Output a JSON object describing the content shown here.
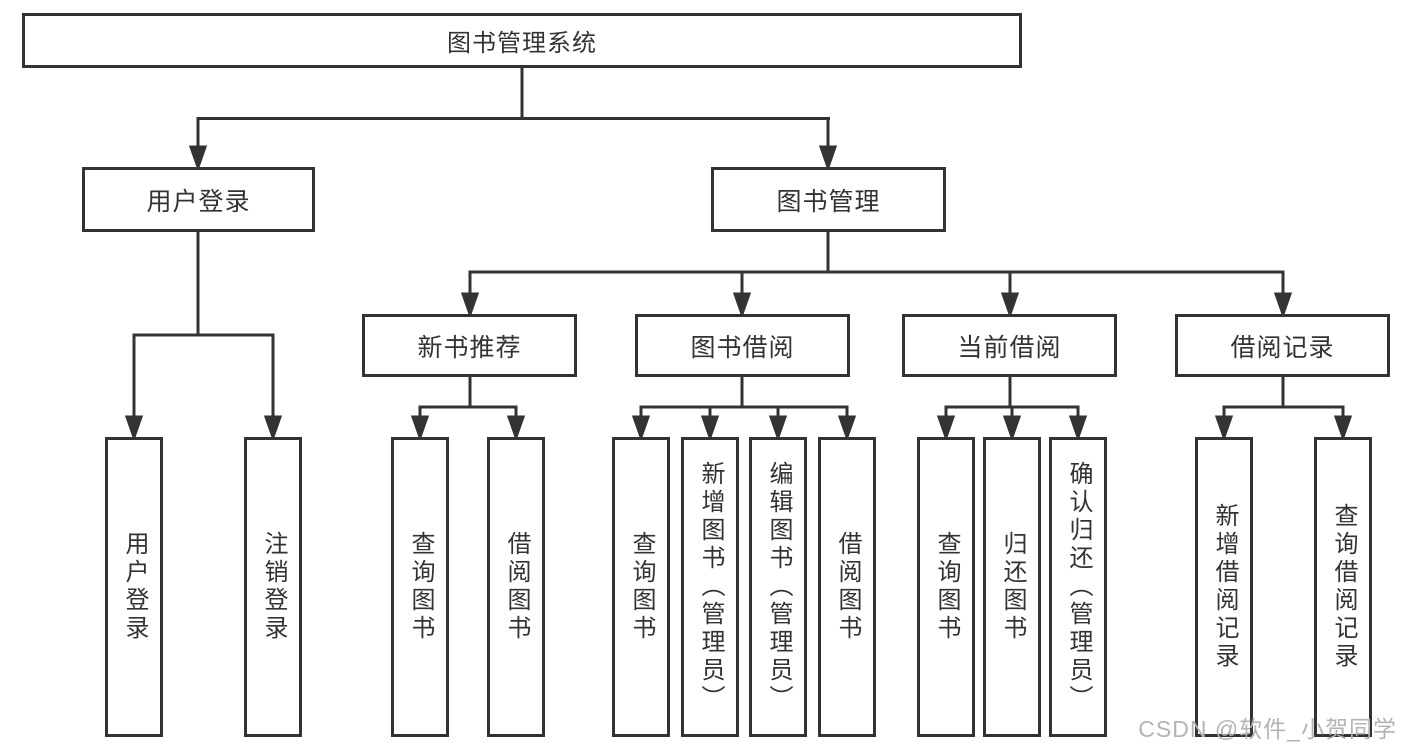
{
  "diagram": {
    "title_node": "图书管理系统",
    "colors": {
      "line": "#333333",
      "box_border": "#333333",
      "box_background": "#ffffff",
      "text": "#333333",
      "watermark": "#b3b3b3"
    },
    "nodes": {
      "root": "图书管理系统",
      "user_login": "用户登录",
      "book_mgmt": "图书管理",
      "new_book_rec": "新书推荐",
      "book_borrow": "图书借阅",
      "current_borrow": "当前借阅",
      "borrow_record": "借阅记录",
      "ul_login": "用户登录",
      "ul_logout": "注销登录",
      "nb_query": "查询图书",
      "nb_borrow": "借阅图书",
      "bb_query": "查询图书",
      "bb_add": "新增图书（管理员）",
      "bb_edit": "编辑图书（管理员）",
      "bb_borrow": "借阅图书",
      "cb_query": "查询图书",
      "cb_return": "归还图书",
      "cb_confirm": "确认归还（管理员）",
      "br_add": "新增借阅记录",
      "br_query": "查询借阅记录"
    },
    "watermark": "CSDN @软件_小贺同学"
  }
}
